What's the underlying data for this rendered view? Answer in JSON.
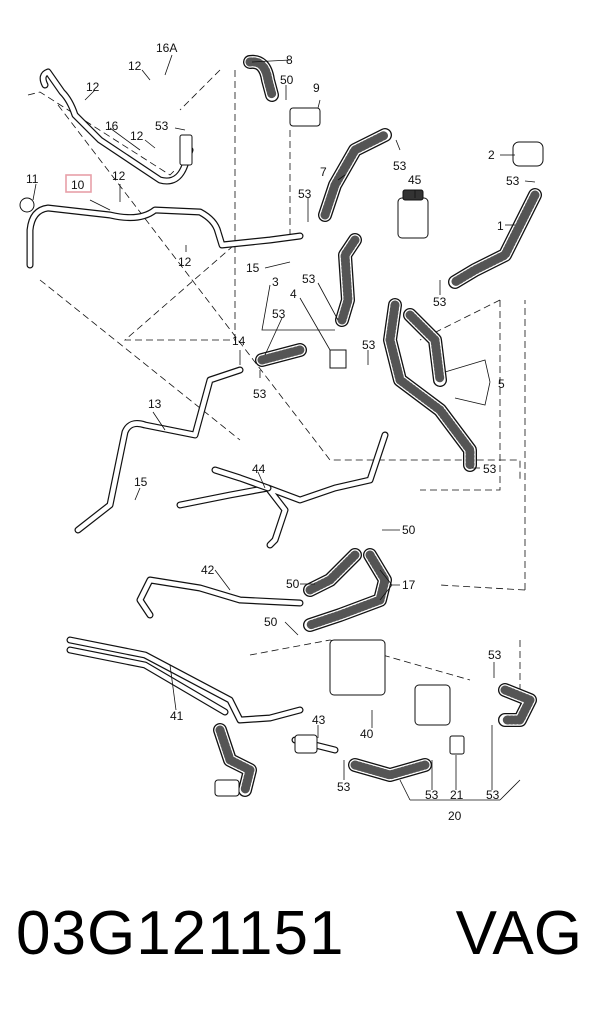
{
  "labels": {
    "c1": "1",
    "c2": "2",
    "c3": "3",
    "c4": "4",
    "c5": "5",
    "c7": "7",
    "c8": "8",
    "c9": "9",
    "c10": "10",
    "c11": "11",
    "c12": "12",
    "c13": "13",
    "c14": "14",
    "c15": "15",
    "c16": "16",
    "c16a": "16A",
    "c17": "17",
    "c20": "20",
    "c21": "21",
    "c40": "40",
    "c41": "41",
    "c42": "42",
    "c43": "43",
    "c44": "44",
    "c45": "45",
    "c50": "50",
    "c53": "53"
  },
  "highlighted_label": "10",
  "colors": {
    "highlight": "#e8a0a8",
    "line": "#111111"
  },
  "caption": {
    "part_number": "03G121151",
    "brand": "VAG"
  }
}
